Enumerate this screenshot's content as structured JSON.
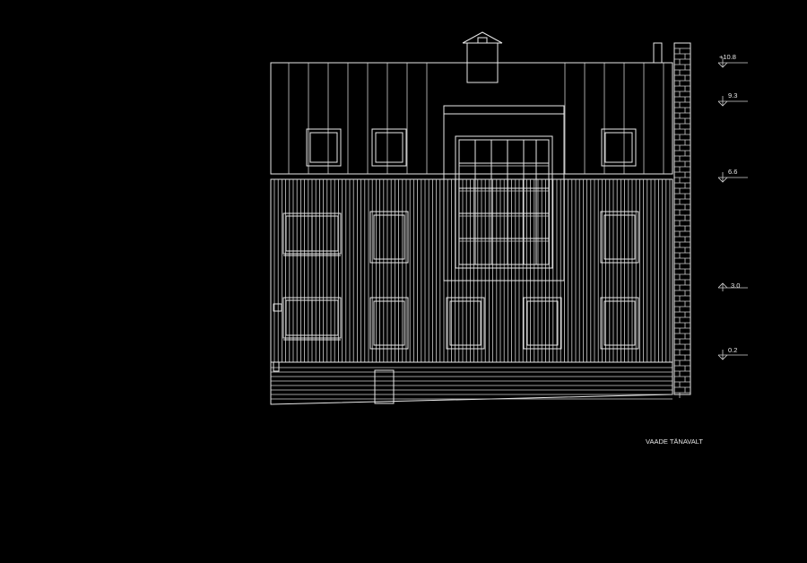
{
  "drawing": {
    "caption": "VAADE TÄNAVALT",
    "levels": [
      "+10.8",
      "9.3",
      "6.6",
      "3.0",
      "0.2"
    ]
  }
}
